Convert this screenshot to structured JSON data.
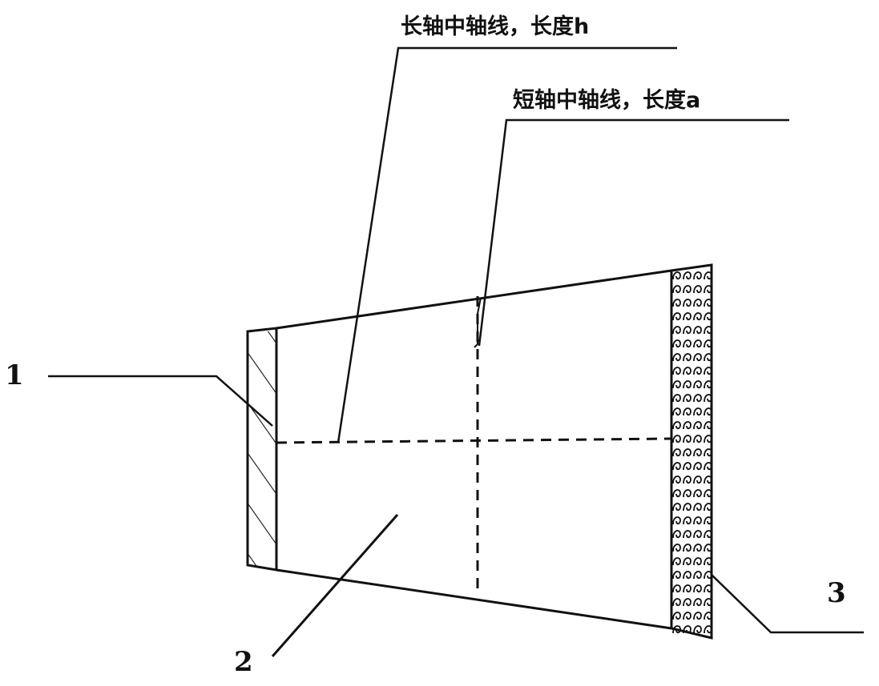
{
  "annotations": {
    "long_axis_label": "长轴中轴线，长度h",
    "short_axis_label": "短轴中轴线，长度a"
  },
  "parts": {
    "part_1": "1",
    "part_2": "2",
    "part_3": "3"
  },
  "colors": {
    "ink": "#111111",
    "background": "#ffffff"
  }
}
